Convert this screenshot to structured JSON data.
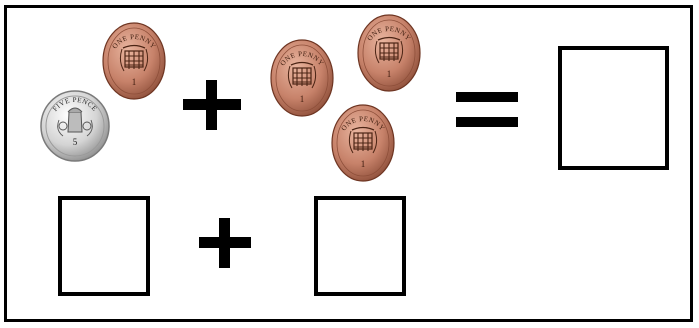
{
  "coins": {
    "five_pence": {
      "inscription": "FIVE PENCE",
      "numeral": "5",
      "color": "#d9d9d9"
    },
    "one_penny": {
      "inscription": "ONE PENNY",
      "numeral": "1",
      "color": "#c7826a"
    }
  },
  "equation": {
    "row1": {
      "left_coins": [
        "five-pence",
        "one-penny"
      ],
      "operator": "+",
      "right_coins": [
        "one-penny",
        "one-penny",
        "one-penny"
      ],
      "result_operator": "="
    },
    "row2": {
      "operator": "+"
    }
  }
}
